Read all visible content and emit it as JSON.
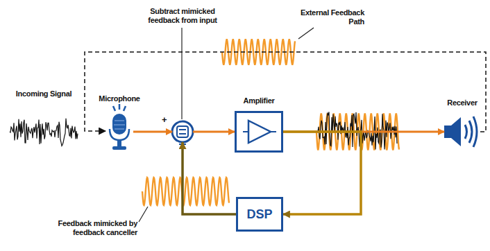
{
  "diagram": {
    "nodes": [
      {
        "text": [
          "Microphone"
        ]
      },
      {
        "text": [
          "+"
        ]
      },
      {
        "text": [
          "Amplifier"
        ]
      },
      {
        "text": [
          "DSP"
        ]
      },
      {
        "text": [
          "Receiver"
        ]
      }
    ],
    "edges": [
      {
        "from": 0,
        "to": 1,
        "arrow": "to"
      },
      {
        "from": 1,
        "to": 2,
        "arrow": "to"
      },
      {
        "from": 2,
        "to": 4,
        "arrow": "to"
      },
      {
        "from": 2,
        "to": 3,
        "arrow": "to"
      },
      {
        "from": 3,
        "to": 1,
        "arrow": "to"
      },
      {
        "from": 4,
        "to": 0,
        "arrow": "to"
      }
    ],
    "labels": [
      "Subtract mimicked feedback from input",
      "External Feedback Path",
      "Incoming Signal",
      "Feedback mimicked by feedback canceller"
    ]
  }
}
